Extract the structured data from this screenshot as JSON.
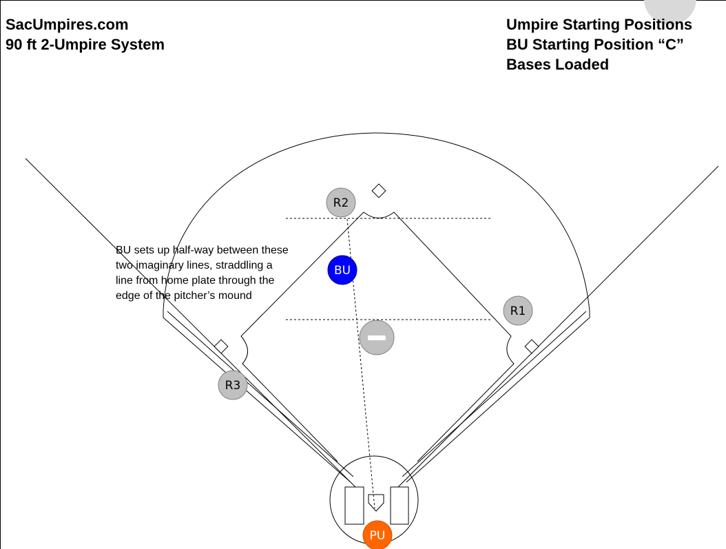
{
  "header": {
    "left_line1": "SacUmpires.com",
    "left_line2": "90 ft 2-Umpire System",
    "right_line1": "Umpire Starting Positions",
    "right_line2": "BU Starting Position “C”",
    "right_line3": "Bases Loaded"
  },
  "annotation": {
    "line1": "BU sets up half-way between these",
    "line2": "two imaginary lines, straddling a",
    "line3": "line from home plate through the",
    "line4": "edge of the pitcher’s mound"
  },
  "markers": {
    "r2": "R2",
    "r1": "R1",
    "r3": "R3",
    "bu": "BU",
    "pu": "PU"
  },
  "colors": {
    "runner": "#c0c0c0",
    "base_umpire": "#0000ff",
    "plate_umpire": "#ff6600",
    "lines": "#000000",
    "background": "#ffffff"
  },
  "icons": {
    "pitcher_mound": "minus-circle-icon"
  }
}
